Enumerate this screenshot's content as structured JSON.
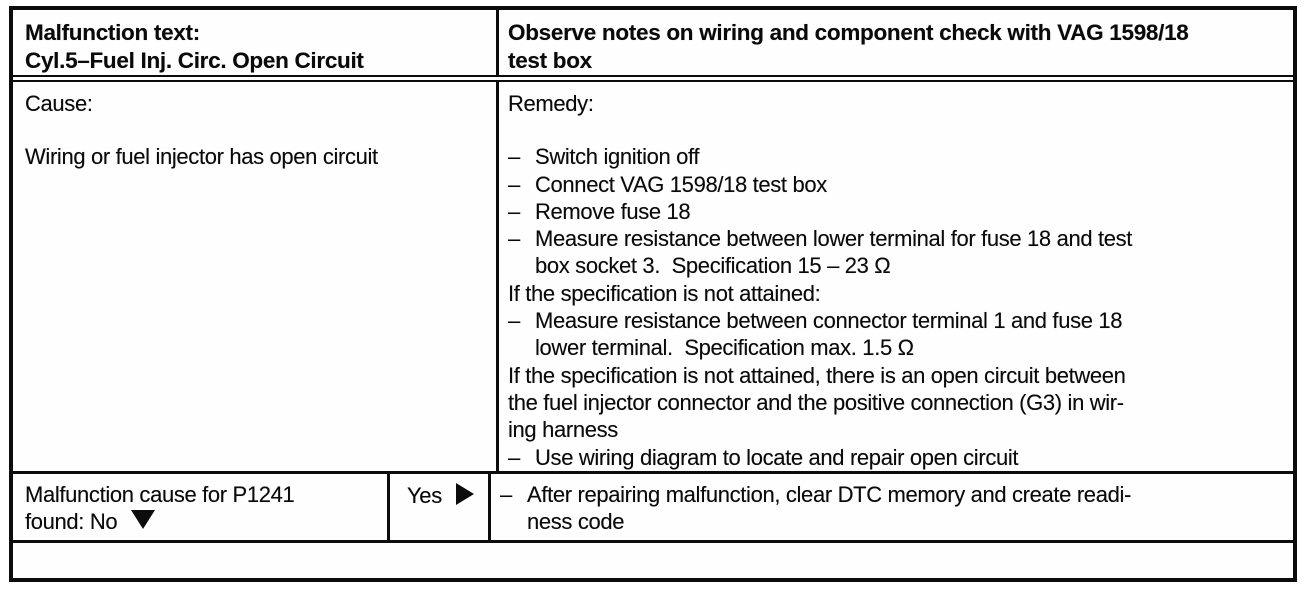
{
  "document": {
    "header": {
      "left": "Malfunction text:\nCyl.5–Fuel Inj. Circ. Open Circuit",
      "right": "Observe notes on wiring and component check with VAG 1598/18\ntest box"
    },
    "cause": {
      "label": "Cause:",
      "text": "Wiring or fuel injector has open circuit"
    },
    "remedy": {
      "label": "Remedy:",
      "bullet_marker": "–",
      "items": [
        {
          "type": "bullet",
          "text": "Switch ignition off"
        },
        {
          "type": "bullet",
          "text": "Connect VAG 1598/18 test box"
        },
        {
          "type": "bullet",
          "text": "Remove fuse 18"
        },
        {
          "type": "bullet",
          "text": "Measure resistance between lower terminal for fuse 18 and test\nbox socket 3.  Specification 15 – 23 Ω"
        },
        {
          "type": "plain",
          "text": "If the specification is not attained:"
        },
        {
          "type": "bullet",
          "text": "Measure resistance between connector terminal 1 and fuse 18\nlower terminal.  Specification max. 1.5 Ω"
        },
        {
          "type": "plain",
          "text": "If the specification is not attained, there is an open circuit between\nthe fuel injector connector and the positive connection (G3) in wir-\ning harness"
        },
        {
          "type": "bullet",
          "text": "Use wiring diagram to locate and repair open circuit"
        }
      ]
    },
    "decision": {
      "question": "Malfunction cause for P1241\nfound: No ",
      "yes_label": "Yes ",
      "down_triangle_icon": "down-triangle",
      "right_triangle_icon": "right-triangle",
      "action_marker": "–",
      "action_text": "After repairing malfunction, clear DTC memory and create readi-\nness code"
    },
    "colors": {
      "ink": "#0c0c0c",
      "paper": "#ffffff"
    }
  }
}
